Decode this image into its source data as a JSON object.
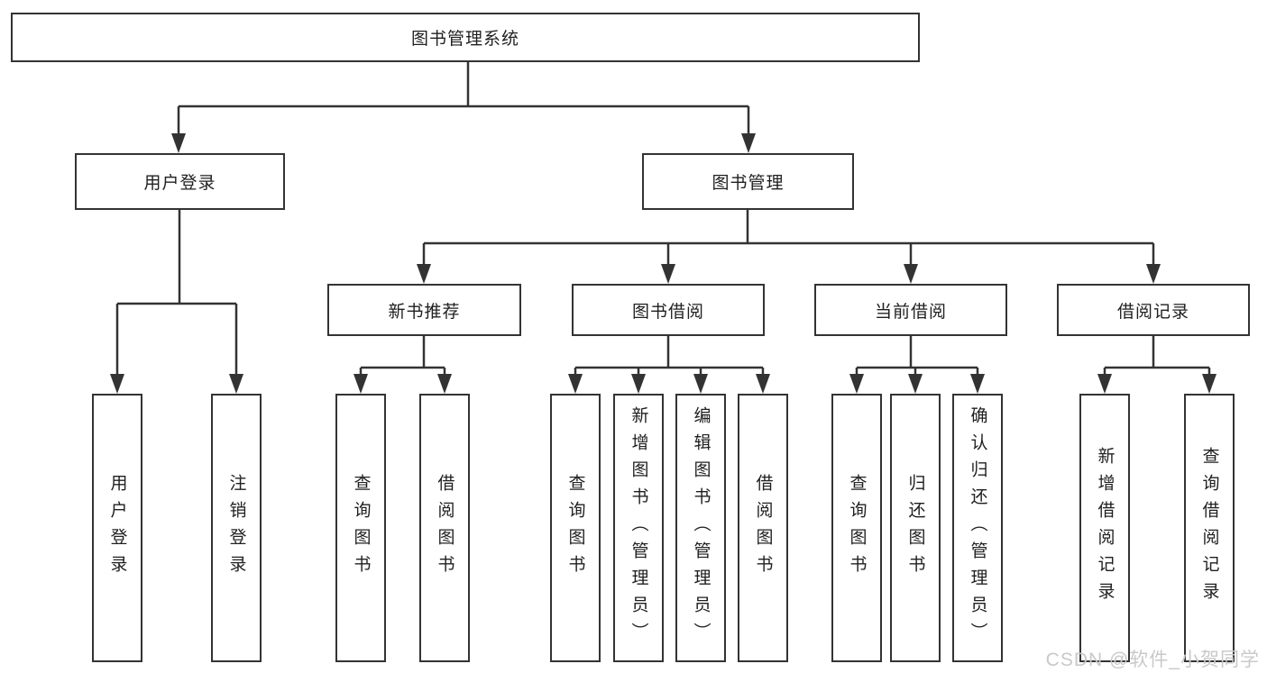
{
  "system": {
    "label": "图书管理系统"
  },
  "modules": [
    {
      "label": "用户登录",
      "features": [
        {
          "label": "用户登录"
        },
        {
          "label": "注销登录"
        }
      ]
    },
    {
      "label": "图书管理",
      "sections": [
        {
          "label": "新书推荐",
          "features": [
            {
              "label": "查询图书"
            },
            {
              "label": "借阅图书"
            }
          ]
        },
        {
          "label": "图书借阅",
          "features": [
            {
              "label": "查询图书"
            },
            {
              "label": "新增图书（管理员）"
            },
            {
              "label": "编辑图书（管理员）"
            },
            {
              "label": "借阅图书"
            }
          ]
        },
        {
          "label": "当前借阅",
          "features": [
            {
              "label": "查询图书"
            },
            {
              "label": "归还图书"
            },
            {
              "label": "确认归还（管理员）"
            }
          ]
        },
        {
          "label": "借阅记录",
          "features": [
            {
              "label": "新增借阅记录"
            },
            {
              "label": "查询借阅记录"
            }
          ]
        }
      ]
    }
  ],
  "watermark": {
    "text": "CSDN @软件_小贺同学"
  },
  "colors": {
    "line": "#333333",
    "box_border": "#333333",
    "text": "#1f1f1f",
    "watermark": "#c9c9c9",
    "background": "#ffffff"
  }
}
